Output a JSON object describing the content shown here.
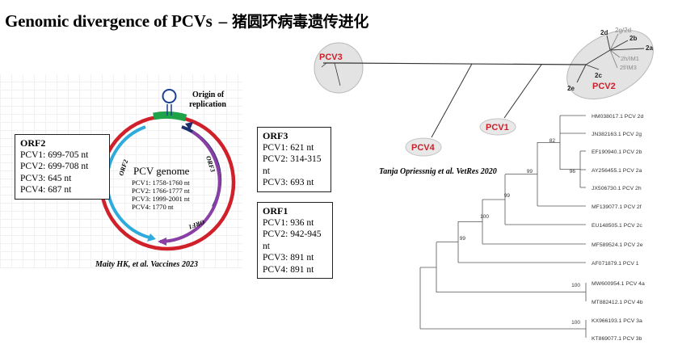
{
  "title": {
    "en": "Genomic divergence of PCVs",
    "sep": "–",
    "cn": "猪圆环病毒遗传进化"
  },
  "genome": {
    "origin_label": [
      "Origin of",
      "replication"
    ],
    "center_title": "PCV genome",
    "sizes": [
      "PCV1: 1758-1760 nt",
      "PCV2: 1766-1777 nt",
      "PCV3: 1999-2001 nt",
      "PCV4: 1770 nt"
    ],
    "arc_labels": {
      "orf2": "ORF2",
      "orf3": "ORF3",
      "orf1": "ORF1"
    },
    "citation": "Maity HK, et al. Vaccines 2023"
  },
  "orf_boxes": {
    "orf2": {
      "heading": "ORF2",
      "items": [
        "PCV1: 699-705 nt",
        "PCV2: 699-708 nt",
        "PCV3: 645 nt",
        "PCV4: 687 nt"
      ]
    },
    "orf3": {
      "heading": "ORF3",
      "items": [
        "PCV1: 621 nt",
        "PCV2: 314-315 nt",
        "PCV3: 693 nt"
      ]
    },
    "orf1": {
      "heading": "ORF1",
      "items": [
        "PCV1: 936 nt",
        "PCV2: 942-945 nt",
        "PCV3: 891 nt",
        "PCV4: 891 nt"
      ]
    }
  },
  "unrooted_tree": {
    "clusters": [
      "PCV3",
      "PCV1",
      "PCV4",
      "PCV2"
    ],
    "pcv2_genotypes": [
      "2d",
      "2g/2d",
      "2b",
      "2a",
      "2h/IM1",
      "2f/IM3",
      "2c",
      "2e"
    ],
    "citation": "Tanja Opriessnig et al. VetRes 2020"
  },
  "phylogram": {
    "taxa": [
      "HM038017.1 PCV 2d",
      "JN382163.1 PCV 2g",
      "EF190940.1 PCV 2b",
      "AY256455.1 PCV 2a",
      "JX506730.1 PCV 2h",
      "MF139077.1 PCV 2f",
      "EU148505.1 PCV 2c",
      "MF589524.1 PCV 2e",
      "AF071879.1 PCV 1",
      "MW600954.1 PCV 4a",
      "MT882412.1 PCV 4b",
      "KX966193.1 PCV 3a",
      "KT869077.1 PCV 3b"
    ],
    "bootstrap": [
      "82",
      "96",
      "99",
      "99",
      "100",
      "99",
      "100",
      "100"
    ]
  },
  "colors": {
    "genome_red": "#d0202a",
    "orf2_blue": "#2eaadc",
    "orf3_navy": "#1c2e6e",
    "orf1_purple": "#8a3fa4",
    "origin_green": "#1fa34a",
    "cluster_label_red": "#cc1f2a"
  }
}
